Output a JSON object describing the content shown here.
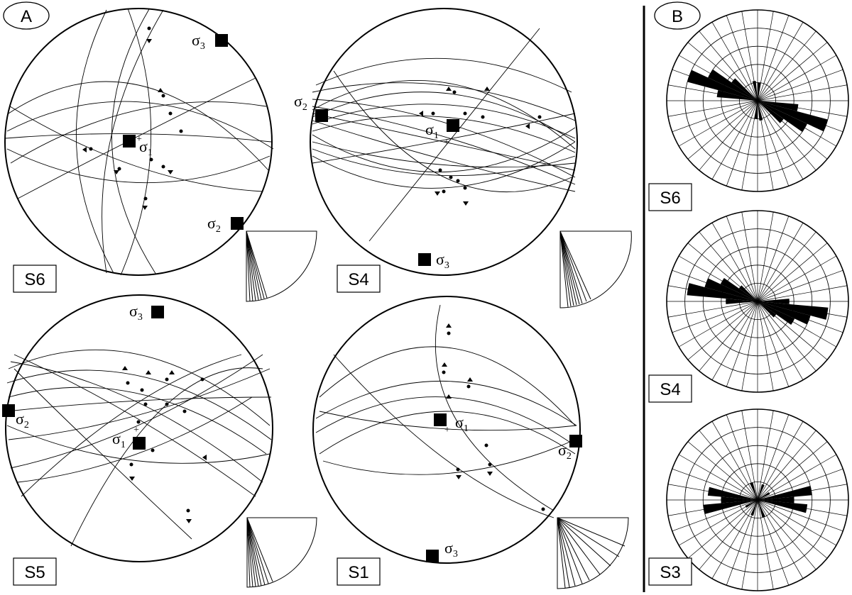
{
  "panel_labels": {
    "a": "A",
    "b": "B"
  },
  "symbols": {
    "sigma1": "σ",
    "sub1": "1",
    "sub2": "2",
    "sub3": "3"
  },
  "stereonets": [
    {
      "id": "S6",
      "label": "S6"
    },
    {
      "id": "S4",
      "label": "S4"
    },
    {
      "id": "S5",
      "label": "S5"
    },
    {
      "id": "S1",
      "label": "S1"
    }
  ],
  "rose_diagrams": [
    {
      "id": "S6",
      "label": "S6",
      "petals": [
        [
          110,
          0.8
        ],
        [
          290,
          0.8
        ],
        [
          120,
          0.6
        ],
        [
          300,
          0.6
        ],
        [
          100,
          0.45
        ],
        [
          280,
          0.45
        ],
        [
          130,
          0.35
        ],
        [
          310,
          0.35
        ],
        [
          5,
          0.2
        ],
        [
          185,
          0.2
        ],
        [
          170,
          0.22
        ],
        [
          350,
          0.22
        ]
      ]
    },
    {
      "id": "S4",
      "label": "S4",
      "petals": [
        [
          100,
          0.78
        ],
        [
          280,
          0.78
        ],
        [
          110,
          0.6
        ],
        [
          290,
          0.6
        ],
        [
          120,
          0.45
        ],
        [
          300,
          0.45
        ],
        [
          90,
          0.35
        ],
        [
          270,
          0.35
        ],
        [
          130,
          0.25
        ],
        [
          310,
          0.25
        ]
      ]
    },
    {
      "id": "S3",
      "label": "S3",
      "petals": [
        [
          80,
          0.6
        ],
        [
          260,
          0.6
        ],
        [
          100,
          0.55
        ],
        [
          280,
          0.55
        ],
        [
          90,
          0.4
        ],
        [
          270,
          0.4
        ],
        [
          20,
          0.18
        ],
        [
          200,
          0.18
        ],
        [
          160,
          0.2
        ],
        [
          340,
          0.2
        ],
        [
          60,
          0.15
        ],
        [
          240,
          0.15
        ]
      ]
    }
  ],
  "colors": {
    "ink": "#000000",
    "paper": "#ffffff"
  }
}
